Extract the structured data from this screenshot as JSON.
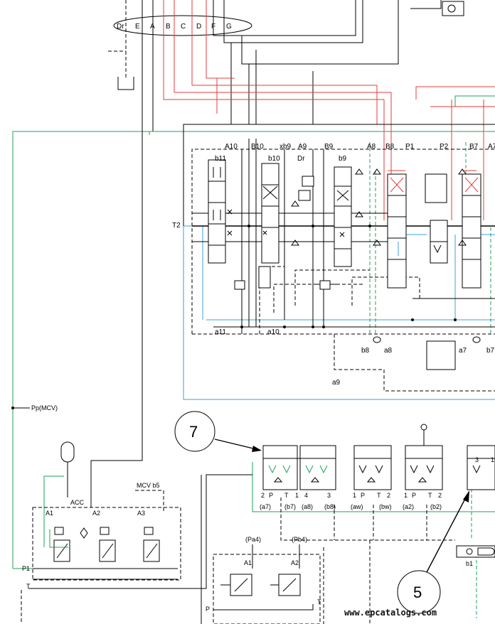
{
  "connector_letters": [
    "Dr",
    "E",
    "A",
    "B",
    "C",
    "D",
    "F",
    "G"
  ],
  "port_labels": {
    "top_row": [
      "A10",
      "B10",
      "xb9",
      "A9",
      "B9",
      "A8",
      "B8",
      "P1",
      "P2",
      "B7",
      "A7"
    ],
    "spool_labels": [
      "b11",
      "b10",
      "Dr",
      "b9"
    ],
    "tank": "T2",
    "bottom_left": [
      "a11",
      "a10"
    ],
    "bottom_mid": [
      "b8",
      "a8",
      "a7",
      "b7"
    ],
    "a9": "a9"
  },
  "pilot_line_label": "Pp(MCV)",
  "callouts": {
    "seven": "7",
    "five": "5"
  },
  "pilot_valves": {
    "ports_group1": [
      "2",
      "P",
      "T",
      "1",
      "4",
      "3"
    ],
    "functions_group1": [
      "(a7)",
      "(b7)",
      "(a8)",
      "(b8)"
    ],
    "ports_group2": [
      "1",
      "P",
      "T",
      "2"
    ],
    "functions_group2": [
      "(aw)",
      "(bw)"
    ],
    "ports_group3": [
      "1",
      "P",
      "T",
      "2"
    ],
    "functions_group3": [
      "(a2)",
      "(b2)"
    ],
    "group4_numbers": [
      "3",
      "1"
    ]
  },
  "solenoid_block": {
    "accumulator": "ACC",
    "mcv_label": "MCV b5",
    "valves": [
      "A1",
      "A2",
      "A3"
    ],
    "pressure": "P1",
    "tank": "T"
  },
  "lower_block": {
    "pilot_labels": [
      "(Pa4)",
      "(Pb4)"
    ],
    "ports": [
      "A1",
      "A2"
    ],
    "pressure": "P",
    "tank": "T"
  },
  "b1_label": "b1",
  "watermark": "www.epcatalogs.com"
}
